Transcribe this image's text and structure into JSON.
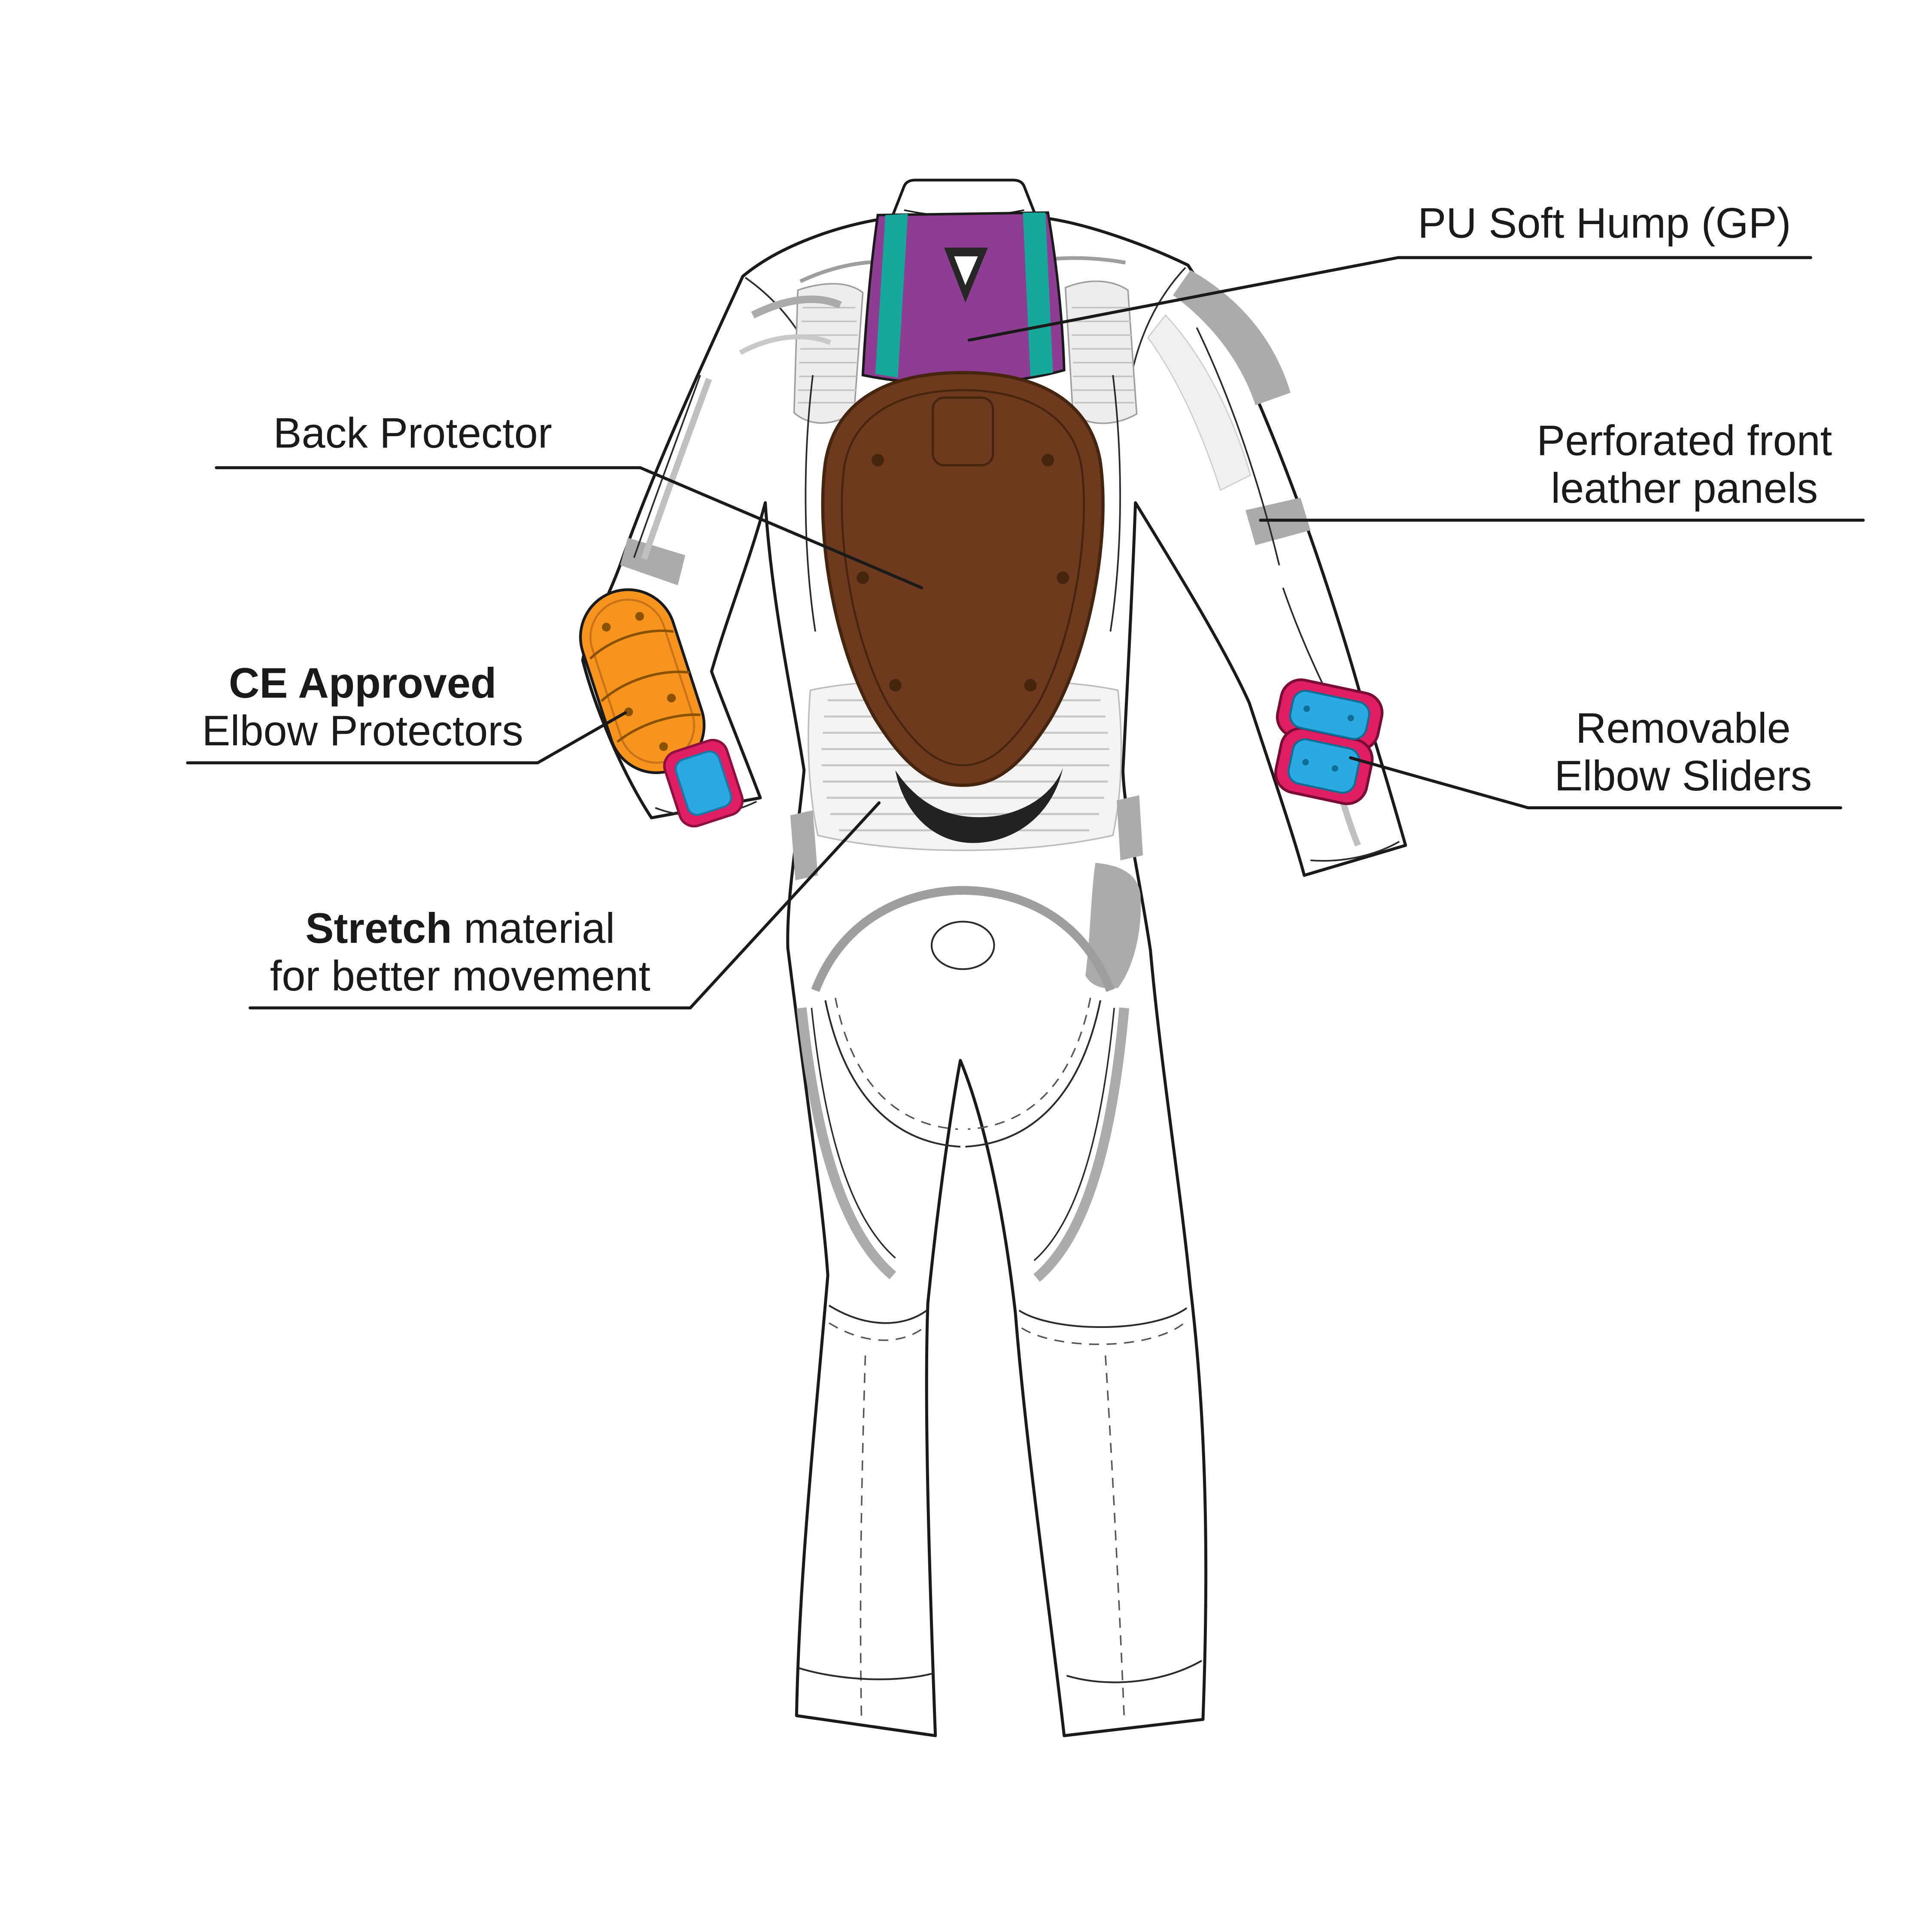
{
  "callouts": {
    "pu_soft_hump": {
      "label": "PU Soft Hump (GP)"
    },
    "back_protector": {
      "label": "Back Protector"
    },
    "perforated_panels": {
      "line1": "Perforated front",
      "line2": "leather panels"
    },
    "ce_elbow_protectors": {
      "line1": "CE Approved",
      "line2": "Elbow Protectors"
    },
    "removable_elbow_sliders": {
      "line1": "Removable",
      "line2": "Elbow Sliders"
    },
    "stretch_material": {
      "bold": "Stretch",
      "rest": " material",
      "line2": "for better movement"
    }
  },
  "colors": {
    "outline": "#1a1a1a",
    "hump_purple": "#8e3e92",
    "stripe_teal": "#17a79b",
    "protector_brown": "#6e3a1d",
    "protector_detail": "#46250f",
    "pad_orange": "#f7941e",
    "pad_orange_detail": "#8a5200",
    "slider_pink": "#df1f62",
    "slider_blue": "#2baae1",
    "accent_gray": "#ababab",
    "mesh_gray": "#ededed"
  }
}
